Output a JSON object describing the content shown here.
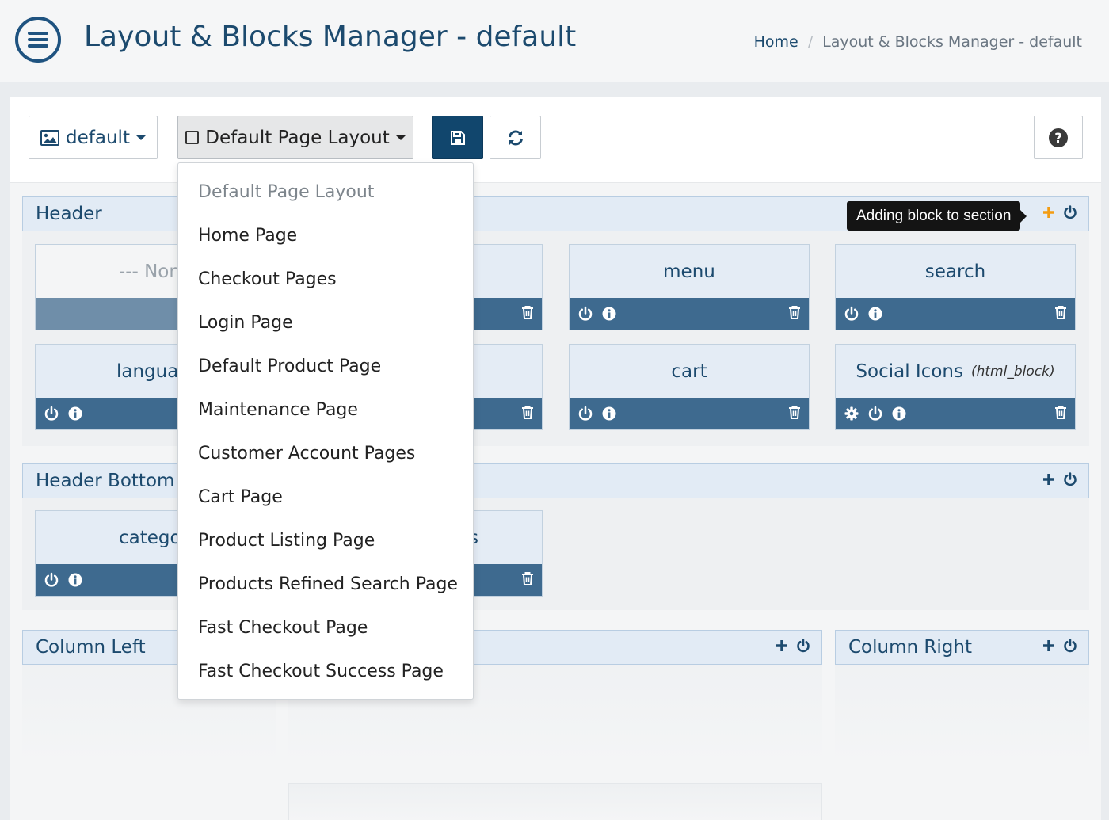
{
  "header": {
    "title": "Layout & Blocks Manager - default",
    "breadcrumb": {
      "home": "Home",
      "separator": "/",
      "current": "Layout & Blocks Manager - default"
    }
  },
  "toolbar": {
    "template_label": "default",
    "layout_label": "Default Page Layout"
  },
  "layout_dropdown": {
    "items": [
      "Default Page Layout",
      "Home Page",
      "Checkout Pages",
      "Login Page",
      "Default Product Page",
      "Maintenance Page",
      "Customer Account Pages",
      "Cart Page",
      "Product Listing Page",
      "Products Refined Search Page",
      "Fast Checkout Page",
      "Fast Checkout Success Page"
    ]
  },
  "tooltip": {
    "text": "Adding block to section"
  },
  "sections": {
    "header": {
      "title": "Header",
      "blocks": [
        {
          "label": "--- None"
        },
        {
          "label": ""
        },
        {
          "label": "menu"
        },
        {
          "label": "search"
        },
        {
          "label": "languag"
        },
        {
          "label": ""
        },
        {
          "label": "cart"
        },
        {
          "label": "Social Icons",
          "type": "(html_block)"
        }
      ]
    },
    "header_bottom": {
      "title": "Header Bottom",
      "blocks": [
        {
          "label": "categor"
        },
        {
          "label": "s"
        }
      ]
    },
    "column_left": {
      "title": "Column Left"
    },
    "column_right": {
      "title": "Column Right"
    }
  },
  "colors": {
    "primary": "#1c4a6e",
    "save_button": "#11466d",
    "block_bar": "#3e6a8f",
    "section_header_bg": "#e2ebf5",
    "add_active": "#f39c12"
  },
  "icons": [
    "menu-icon",
    "image-icon",
    "save-icon",
    "refresh-icon",
    "help-icon",
    "plus-icon",
    "power-icon",
    "info-icon",
    "trash-icon",
    "gear-icon"
  ]
}
